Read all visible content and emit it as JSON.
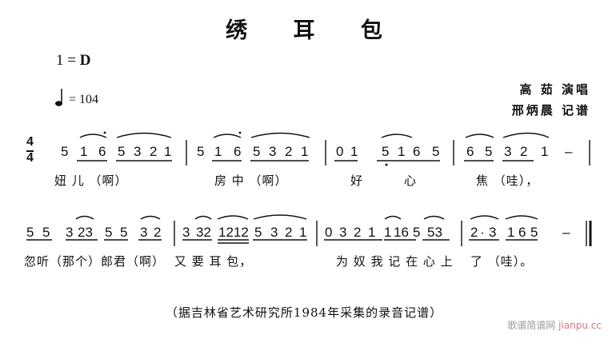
{
  "title": "绣 耳 包",
  "key": {
    "prefix": "1 = ",
    "note": "D"
  },
  "tempo": {
    "value": "= 104"
  },
  "credits": {
    "singer": "高 茹 演唱",
    "notator": "邢炳晨 记谱"
  },
  "time_signature": {
    "top": "4",
    "bottom": "4"
  },
  "staff1": {
    "notes": [
      "5",
      "1",
      "6",
      "5",
      "3",
      "2",
      "1",
      "5",
      "1",
      "6",
      "5",
      "3",
      "2",
      "1",
      "0",
      "1",
      "5",
      "1",
      "6",
      "5",
      "6",
      "5",
      "3",
      "2",
      "1",
      "–"
    ],
    "lyrics": [
      "妞 儿 （啊）",
      "房 中 （啊）",
      "好",
      "心",
      "焦 （哇），"
    ]
  },
  "staff2": {
    "notes": [
      "5",
      "5",
      "3",
      "23",
      "5",
      "5",
      "3",
      "2",
      "3",
      "32",
      "1212",
      "5",
      "3",
      "2",
      "1",
      "0",
      "3",
      "2",
      "1",
      "1",
      "16",
      "5",
      "53",
      "2",
      "·",
      "3",
      "1",
      "6",
      "5",
      "–"
    ],
    "lyrics": [
      "忽听（那个）郎君（啊）",
      "又 要 耳 包，",
      "为 奴 我 记 在 心 上",
      "了 （哇）。"
    ]
  },
  "footer": "（据吉林省艺术研究所1984年采集的录音记谱）",
  "watermark": {
    "cn": "歌谱简谱网",
    "site": "jianpu.cc"
  }
}
